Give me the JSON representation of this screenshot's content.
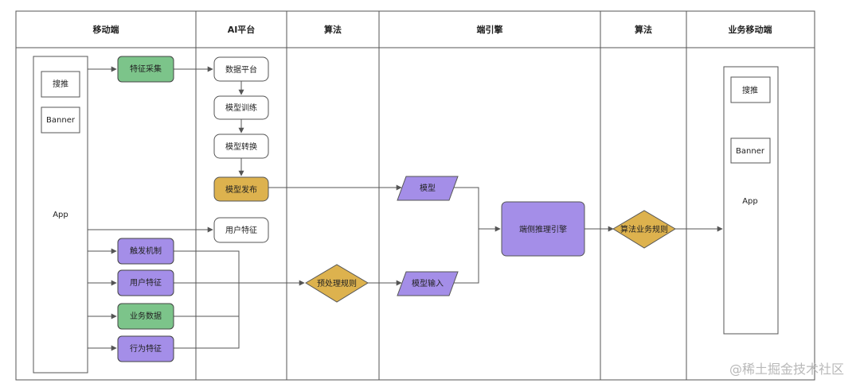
{
  "columns": {
    "mobile": "移动端",
    "ai_platform": "AI平台",
    "algorithm_1": "算法",
    "edge_engine": "端引擎",
    "algorithm_2": "算法",
    "business_mobile": "业务移动端"
  },
  "mobile": {
    "app_container": {
      "search": "搜推",
      "banner": "Banner",
      "app": "App"
    },
    "feature_collection": "特征采集",
    "trigger_mechanism": "触发机制",
    "user_features": "用户特征",
    "business_data": "业务数据",
    "behavior_features": "行为特征"
  },
  "ai_platform": {
    "data_platform": "数据平台",
    "model_training": "模型训练",
    "model_conversion": "模型转换",
    "model_release": "模型发布",
    "user_features": "用户特征"
  },
  "algorithm_1": {
    "preprocess_rules": "预处理规则"
  },
  "edge_engine": {
    "model": "模型",
    "model_input": "模型输入",
    "inference_engine": "端侧推理引擎"
  },
  "algorithm_2": {
    "business_rules": "算法业务规则"
  },
  "business_mobile": {
    "search": "搜推",
    "banner": "Banner",
    "app": "App"
  },
  "watermark": "@稀土掘金技术社区",
  "colors": {
    "green": "#7cc48a",
    "purple": "#a48ee8",
    "gold": "#ddb24e",
    "line": "#555555"
  }
}
